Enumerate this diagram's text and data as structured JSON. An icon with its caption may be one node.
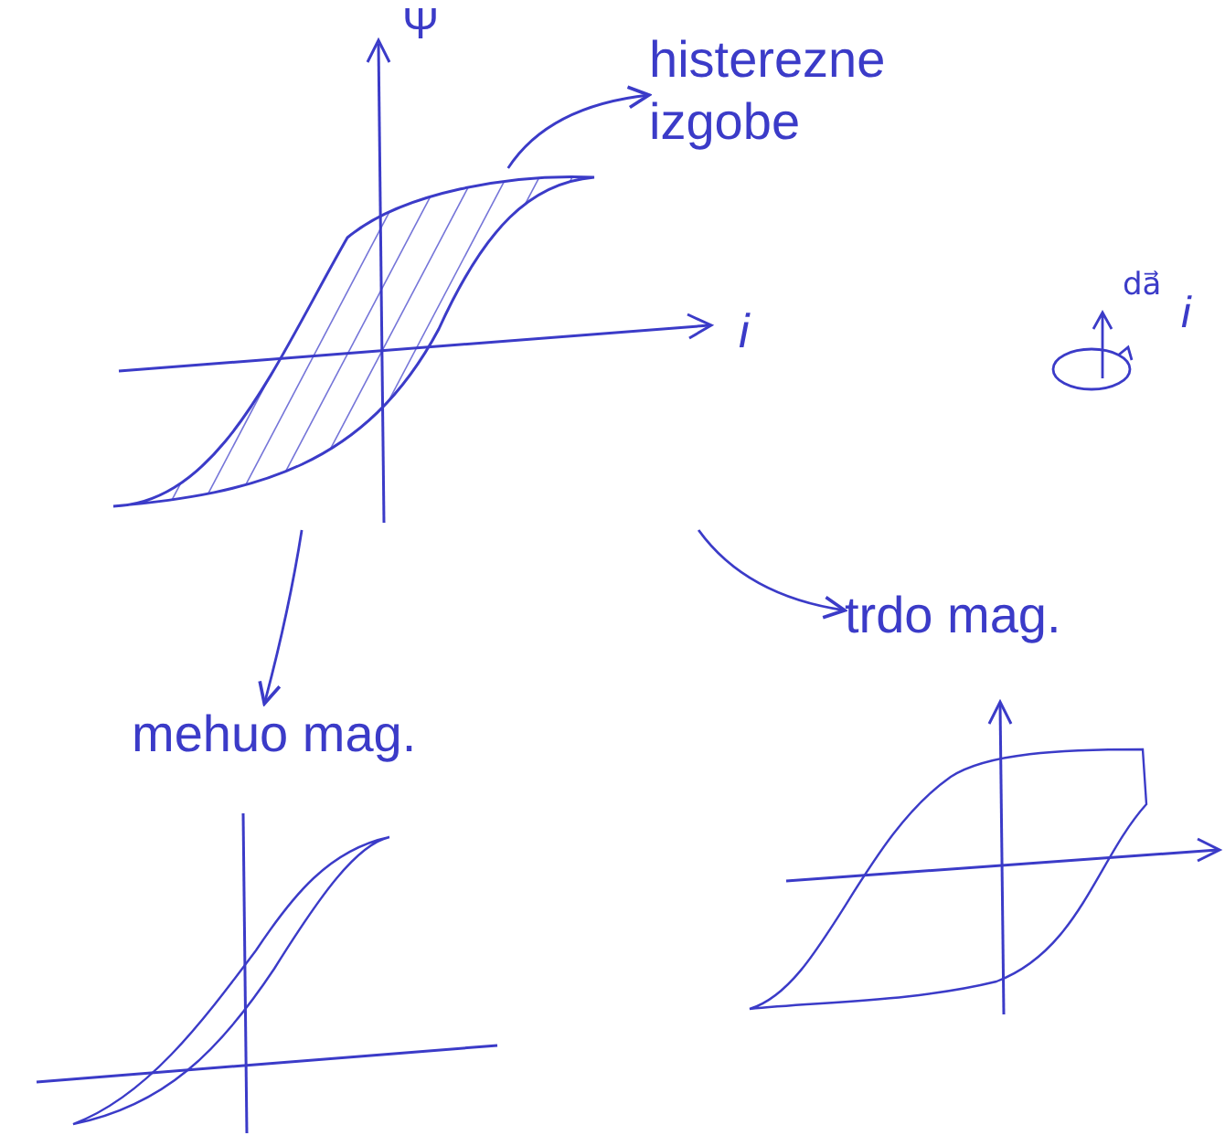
{
  "diagram": {
    "nodes": [
      {
        "text": [],
        "shape": "picture"
      },
      {
        "text": [],
        "shape": "picture",
        "in": 0
      },
      {
        "text": [
          "histerezne izgobe"
        ]
      },
      {
        "text": [
          "mehuo mag."
        ]
      },
      {
        "text": [
          "trdo mag."
        ]
      },
      {
        "text": [],
        "shape": "picture"
      },
      {
        "text": [],
        "shape": "picture"
      }
    ],
    "edges": [
      {
        "from": 1,
        "to": 2,
        "arrow": "to"
      },
      {
        "from": 0,
        "to": 3,
        "arrow": "to"
      },
      {
        "from": 0,
        "to": 4,
        "arrow": "to"
      }
    ],
    "labels": [
      "Ψ",
      "i",
      "da⃗",
      "i"
    ]
  }
}
